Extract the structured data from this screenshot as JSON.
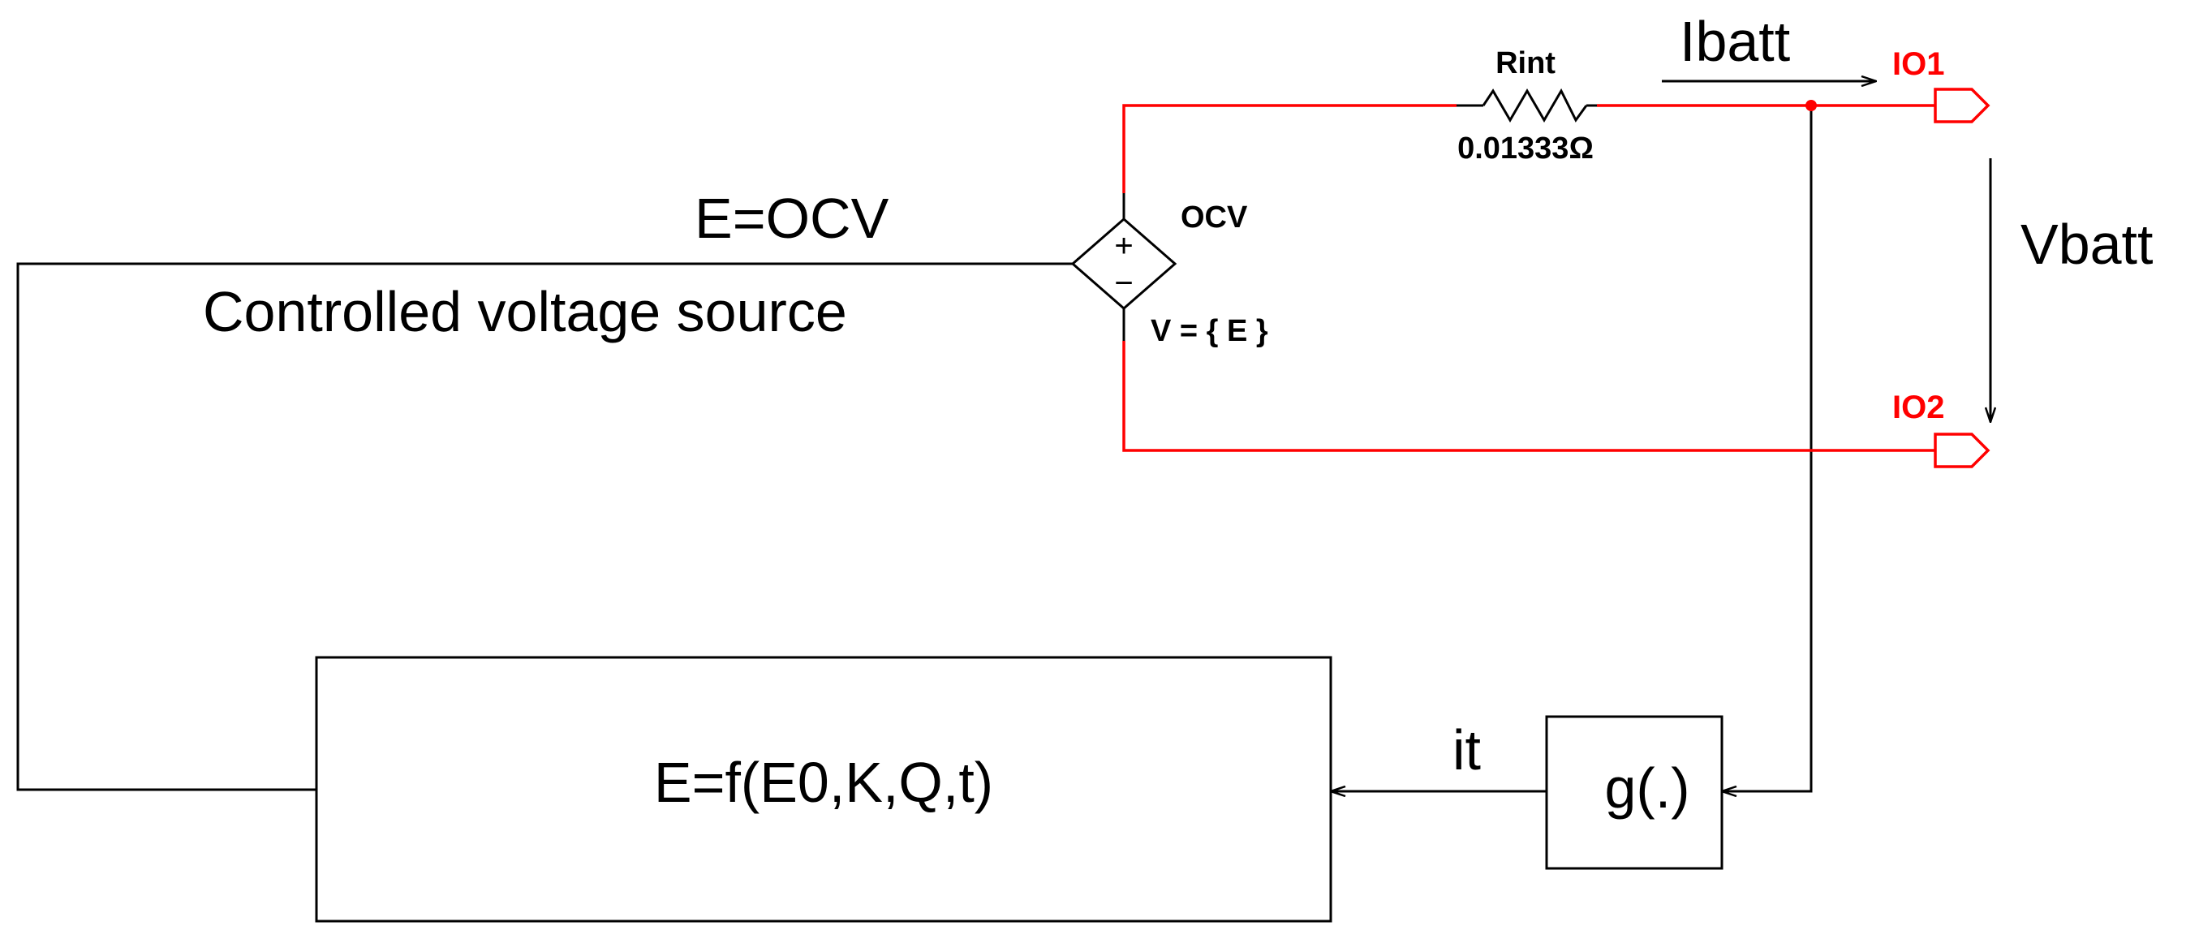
{
  "colors": {
    "wire_black": "#000000",
    "wire_red": "#ff0000",
    "text_black": "#000000",
    "port_red": "#ff0000"
  },
  "labels": {
    "e_ocv": "E=OCV",
    "controlled_source": "Controlled voltage source",
    "source_name": "OCV",
    "source_expr": "V = { E }",
    "source_plus": "+",
    "source_minus": "−",
    "resistor_name": "Rint",
    "resistor_value": "0.01333Ω",
    "current": "Ibatt",
    "voltage": "Vbatt",
    "port1": "IO1",
    "port2": "IO2",
    "function_block": "E=f(E0,K,Q,t)",
    "integrator_output": "it",
    "g_block": "g(.)"
  },
  "icons": {
    "source": "dependent-voltage-source-diamond",
    "resistor": "resistor-zigzag",
    "port": "io-port-pentagon",
    "arrow": "arrowhead"
  }
}
